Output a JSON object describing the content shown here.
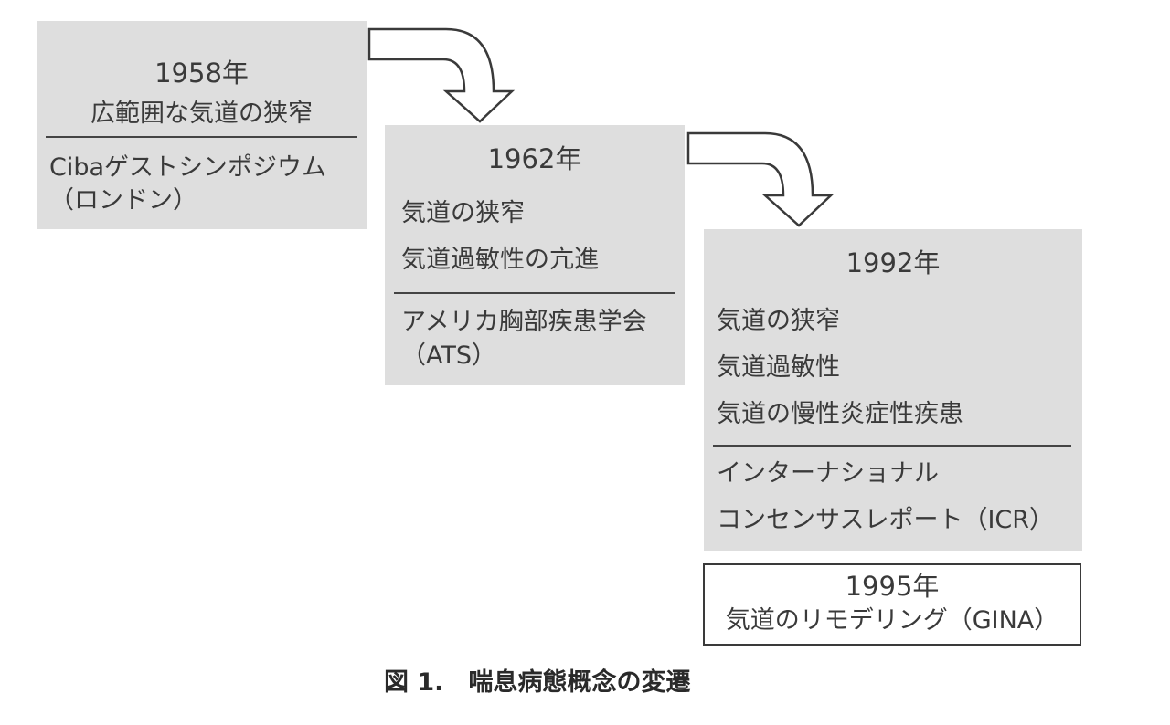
{
  "figure": {
    "caption": "図 1.　喘息病態概念の変遷"
  },
  "stages": [
    {
      "year": "1958年",
      "concepts": [
        "広範囲な気道の狭窄"
      ],
      "source_lines": [
        "Cibaゲストシンポジウム",
        "（ロンドン）"
      ]
    },
    {
      "year": "1962年",
      "concepts": [
        "気道の狭窄",
        "気道過敏性の亢進"
      ],
      "source_lines": [
        "アメリカ胸部疾患学会",
        "（ATS）"
      ]
    },
    {
      "year": "1992年",
      "concepts": [
        "気道の狭窄",
        "気道過敏性",
        "気道の慢性炎症性疾患"
      ],
      "source_lines": [
        "インターナショナル",
        "コンセンサスレポート（ICR）"
      ]
    }
  ],
  "addendum": {
    "year": "1995年",
    "text": "気道のリモデリング（GINA）"
  },
  "colors": {
    "box_fill": "#dedede",
    "rule": "#444444",
    "text": "#3a3a3a"
  }
}
